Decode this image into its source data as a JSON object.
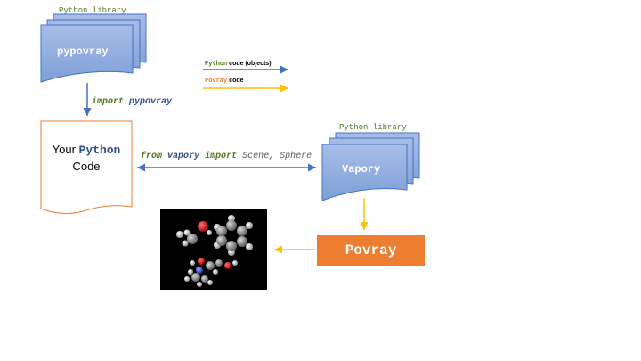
{
  "labels": {
    "top_library_caption": "Python library",
    "pypovray_name": "pypovray",
    "import_keyword": "import",
    "import_module": "pypovray",
    "your_code_prefix": "Your",
    "your_code_python": "Python",
    "your_code_suffix": "Code",
    "right_library_caption": "Python library",
    "vapory_name": "Vapory",
    "from_keyword": "from",
    "from_module": "vapory",
    "from_import_keyword": "import",
    "from_names": "Scene, Sphere",
    "povray_name": "Povray"
  },
  "legend": {
    "python_word": "Python",
    "python_desc": "code (objects)",
    "povray_word": "Povray",
    "povray_desc": "code"
  },
  "colors": {
    "python_arrow": "#4472c4",
    "povray_arrow": "#ffc000",
    "library_fill": "#8faadc",
    "povray_box": "#ed7d31",
    "document_border": "#ed7d31"
  },
  "icons": {
    "render": "molecule-render-image"
  }
}
